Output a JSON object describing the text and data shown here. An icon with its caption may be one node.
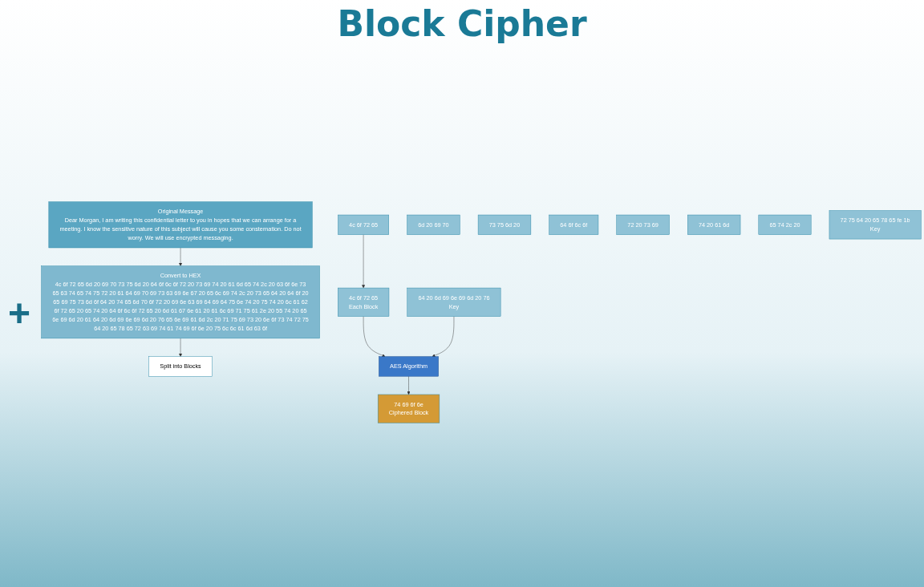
{
  "diagram": {
    "title": "Block Cipher",
    "nodes": [
      {
        "text": [
          "Original Message",
          "Dear Morgan, I am writing this confidential letter to you in hopes that we can arrange for a meeting.  I know the sensitive nature of this subject will cause you some consternation. Do not worry.  We will use encrypted messaging."
        ]
      },
      {
        "text": [
          "Convert to HEX",
          "4c 6f 72 65 6d 20 69 70 73 75 6d 20 64 6f 6c 6f 72 20 73 69 74 20 61 6d 65 74 2c 20 63 6f 6e 73 65 63 74 65 74 75 72 20 61 64 69 70 69 73 63 69 6e 67 20 65 6c 69 74 2c 20 73 65 64 20 64 6f 20 65 69 75 73 6d 6f 64 20 74 65 6d 70 6f 72 20 69 6e 63 69 64 69 64 75 6e 74 20 75 74 20 6c 61 62 6f 72 65 20 65 74 20 64 6f 6c 6f 72 65 20 6d 61 67 6e 61 20 61 6c 69 71 75 61 2e 20 55 74 20 65 6e 69 6d 20 61 64 20 6d 69 6e 69 6d 20 76 65 6e 69 61 6d 2c 20 71 75 69 73 20 6e 6f 73 74 72 75 64 20 65 78 65 72 63 69 74 61 74 69 6f 6e 20 75 6c 6c 61 6d 63 6f"
        ]
      },
      {
        "text": [
          "Split into Blocks"
        ]
      },
      {
        "text": [
          "4c 6f 72 65"
        ]
      },
      {
        "text": [
          "6d 20 69 70"
        ]
      },
      {
        "text": [
          "73 75 6d 20"
        ]
      },
      {
        "text": [
          "64 6f 6c 6f"
        ]
      },
      {
        "text": [
          "72 20 73 69"
        ]
      },
      {
        "text": [
          "74 20 61 6d"
        ]
      },
      {
        "text": [
          "65 74 2c 20"
        ]
      },
      {
        "text": [
          "4c 6f 72 65",
          "Each Block"
        ]
      },
      {
        "text": [
          "64 20 6d 69 6e 69 6d 20 76",
          "Key"
        ]
      },
      {
        "text": [
          "AES Algorithm"
        ]
      },
      {
        "text": [
          "72 75 64 20 65 78 65 fe 1b",
          "Key"
        ]
      },
      {
        "text": [
          "74 69 6f 6e",
          "Ciphered Block"
        ]
      }
    ],
    "edges": [
      {
        "from": 0,
        "to": 1,
        "arrow": "to"
      },
      {
        "from": 1,
        "to": 2,
        "arrow": "to"
      },
      {
        "from": 3,
        "to": 10,
        "arrow": "to"
      },
      {
        "from": 10,
        "to": 12,
        "arrow": "to"
      },
      {
        "from": 11,
        "to": 12,
        "arrow": "to"
      },
      {
        "from": 12,
        "to": 14,
        "arrow": "to"
      }
    ],
    "labels": [
      "+"
    ]
  }
}
